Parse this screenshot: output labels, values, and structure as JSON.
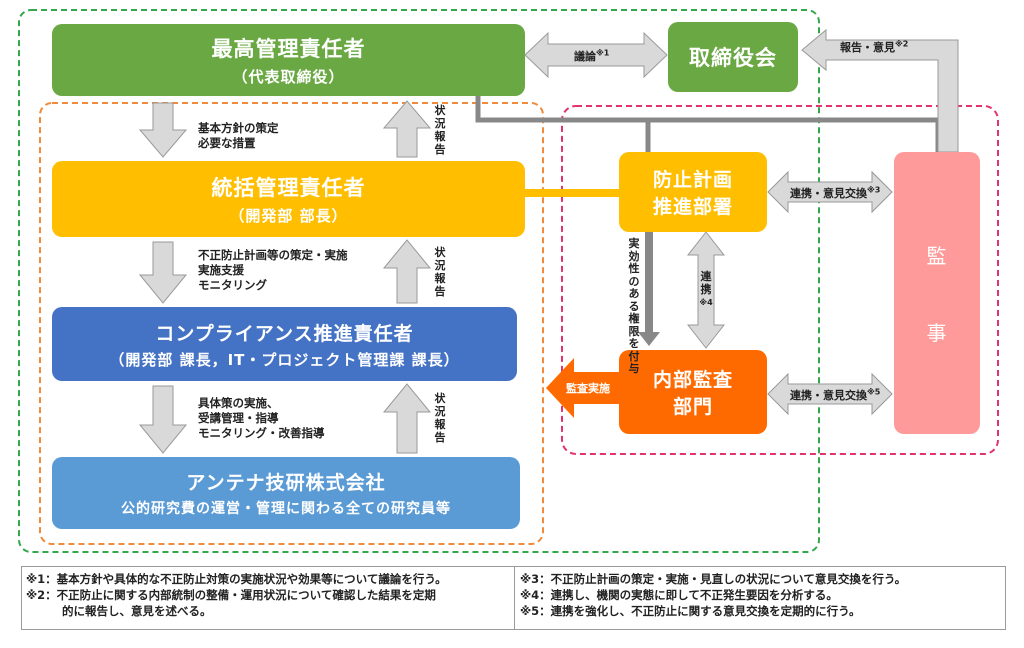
{
  "boxes": {
    "top_manager": {
      "line1": "最高管理責任者",
      "line2": "（代表取締役）"
    },
    "board": {
      "label": "取締役会"
    },
    "general_manager": {
      "line1": "統括管理責任者",
      "line2": "（開発部 部長）"
    },
    "compliance": {
      "line1": "コンプライアンス推進責任者",
      "line2": "（開発部 課長，IT・プロジェクト管理課 課長）"
    },
    "company": {
      "line1": "アンテナ技研株式会社",
      "line2": "公的研究費の運営・管理に関わる全ての研究員等"
    },
    "prevention": {
      "line1": "防止計画",
      "line2": "推進部署"
    },
    "audit_dept": {
      "line1": "内部監査",
      "line2": "部門"
    },
    "auditor": {
      "line1": "監",
      "line2": "事"
    }
  },
  "arrows": {
    "discussion": "議論",
    "discussion_mark": "※1",
    "report_opinion": "報告・意見",
    "report_opinion_mark": "※2",
    "liaison_3": "連携・意見交換",
    "liaison_3_mark": "※3",
    "liaison_5": "連携・意見交換",
    "liaison_5_mark": "※5",
    "audit_exec": "監査実施",
    "authority": "実効性のある権限を付与",
    "liaison_4": "連携",
    "liaison_4_mark": "※4",
    "status_report": "状況報告",
    "down1_a": "基本方針の策定",
    "down1_b": "必要な措置",
    "down2_a": "不正防止計画等の策定・実施",
    "down2_b": "実施支援",
    "down2_c": "モニタリング",
    "down3_a": "具体策の実施、",
    "down3_b": "受講管理・指導",
    "down3_c": "モニタリング・改善指導"
  },
  "notes": {
    "n1": "※1：基本方針や具体的な不正防止対策の実施状況や効果等について議論を行う。",
    "n2a": "※2：不正防止に関する内部統制の整備・運用状況について確認した結果を定期",
    "n2b": "的に報告し、意見を述べる。",
    "n3": "※3：不正防止計画の策定・実施・見直しの状況について意見交換を行う。",
    "n4": "※4：連携し、機関の実態に即して不正発生要因を分析する。",
    "n5": "※5：連携を強化し、不正防止に関する意見交換を定期的に行う。"
  },
  "colors": {
    "green": "#6aa843",
    "yellow": "#ffbf00",
    "blue_dark": "#4472c4",
    "blue_light": "#5b9bd5",
    "orange": "#ff6a00",
    "pink": "#ff9a9a",
    "gray_arrow": "#d9d9d9"
  }
}
